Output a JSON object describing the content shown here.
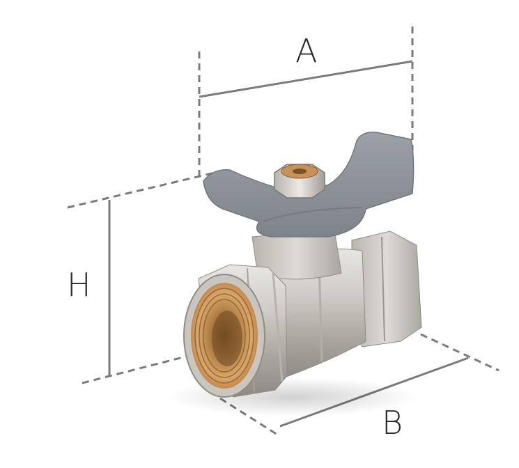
{
  "dimensions": {
    "a_label": "A",
    "h_label": "H",
    "b_label": "B"
  },
  "colors": {
    "dimension_line": "#7a7a7a",
    "handle": "#8e959b",
    "body_nickel": "#c9c6c0",
    "thread_brass": "#c7925a",
    "label_text": "#2b2b2b"
  }
}
